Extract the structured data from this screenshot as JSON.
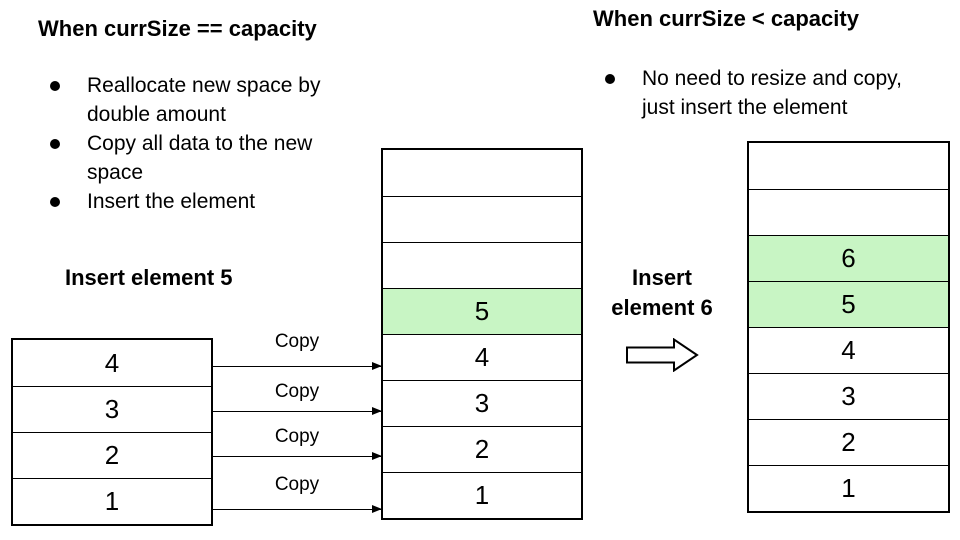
{
  "colors": {
    "highlight": "#c8f5c4",
    "border": "#000000",
    "text": "#000000",
    "background": "#ffffff"
  },
  "left_section": {
    "heading": "When currSize == capacity",
    "bullets": [
      "Reallocate new space by double amount",
      "Copy all data to the new space",
      "Insert the element"
    ],
    "action_label": "Insert element 5",
    "source_array": {
      "cells": [
        "4",
        "3",
        "2",
        "1"
      ],
      "highlighted": []
    },
    "copy_labels": [
      "Copy",
      "Copy",
      "Copy",
      "Copy"
    ],
    "result_array": {
      "cells": [
        "",
        "",
        "",
        "5",
        "4",
        "3",
        "2",
        "1"
      ],
      "highlighted": [
        3
      ]
    }
  },
  "right_section": {
    "heading": "When currSize < capacity",
    "bullets": [
      "No need to resize and copy, just insert the element"
    ],
    "action_label": "Insert element 6",
    "array": {
      "cells": [
        "",
        "",
        "6",
        "5",
        "4",
        "3",
        "2",
        "1"
      ],
      "highlighted": [
        2,
        3
      ]
    }
  }
}
